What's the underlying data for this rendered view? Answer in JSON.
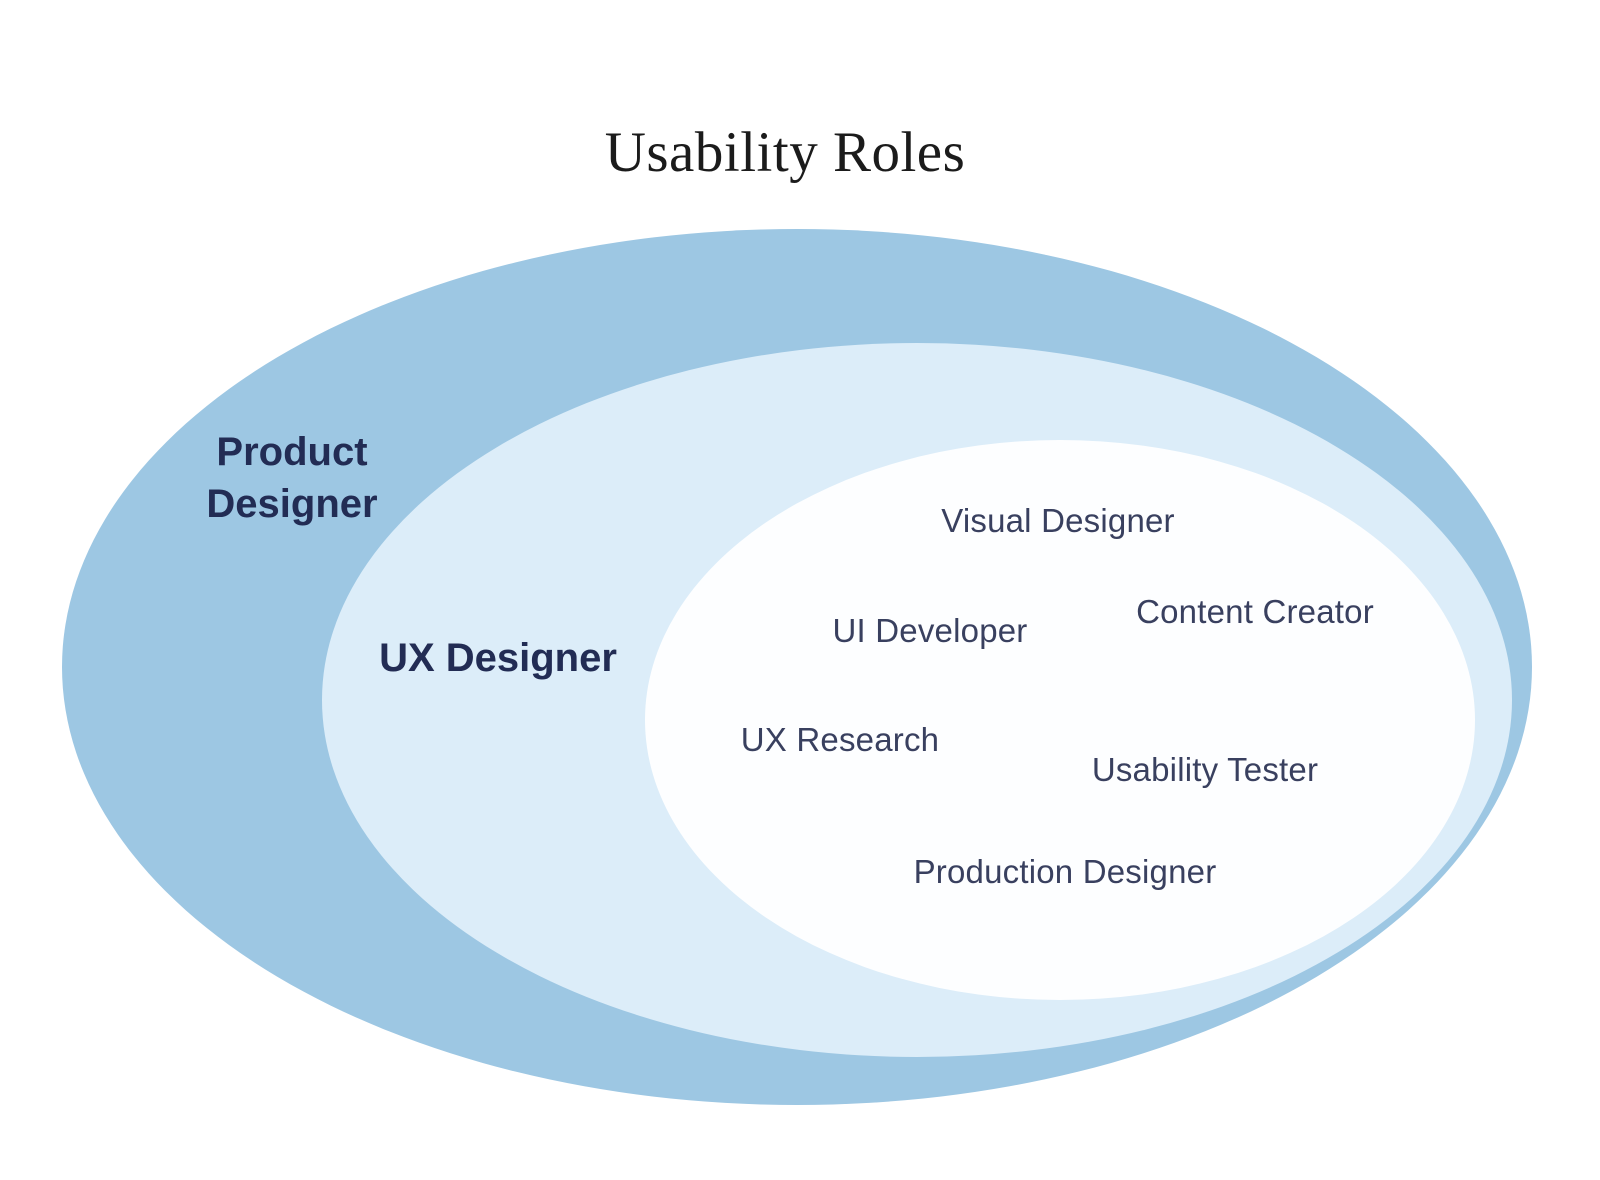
{
  "title": "Usability Roles",
  "diagram": {
    "type": "nested-venn",
    "rings": [
      {
        "label": "Product Designer",
        "display_lines": [
          "Product",
          "Designer"
        ],
        "fill": "#9dc7e3"
      },
      {
        "label": "UX Designer",
        "fill": "#dcedf9"
      },
      {
        "fill": "#fdfeff",
        "roles": [
          "Visual Designer",
          "UI Developer",
          "Content Creator",
          "UX Research",
          "Usability Tester",
          "Production Designer"
        ]
      }
    ]
  },
  "colors": {
    "outer_ring": "#9dc7e3",
    "middle_ring": "#dcedf9",
    "inner_ring": "#fdfeff",
    "label_bold": "#222c54",
    "label_regular": "#39405f",
    "title_color": "#1b1b1b",
    "background": "#ffffff"
  }
}
